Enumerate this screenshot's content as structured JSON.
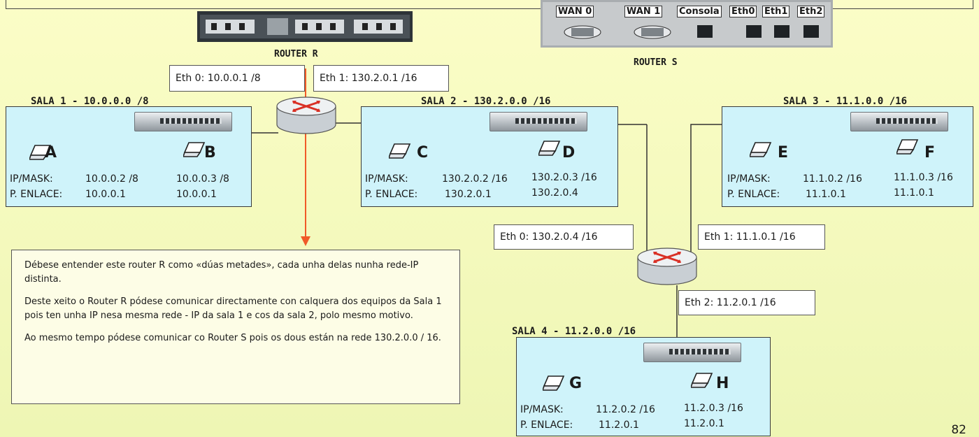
{
  "devices": {
    "router_r": {
      "title": "ROUTER R",
      "eth0": "Eth 0: 10.0.0.1 /8",
      "eth1": "Eth 1: 130.2.0.1 /16"
    },
    "router_s": {
      "title": "ROUTER S",
      "panel_labels": [
        "WAN 0",
        "WAN 1",
        "Consola",
        "Eth0",
        "Eth1",
        "Eth2"
      ],
      "eth0": "Eth 0: 130.2.0.4 /16",
      "eth1": "Eth 1: 11.1.0.1 /16",
      "eth2": "Eth 2: 11.2.0.1 /16"
    }
  },
  "rooms": {
    "sala1": {
      "title": "SALA 1 - 10.0.0.0 /8",
      "host1": "A",
      "host2": "B",
      "ip_label": "IP/MASK:",
      "gw_label": "P. ENLACE:",
      "ip1": "10.0.0.2 /8",
      "gw1": "10.0.0.1",
      "ip2": "10.0.0.3 /8",
      "gw2": "10.0.0.1"
    },
    "sala2": {
      "title": "SALA 2 - 130.2.0.0 /16",
      "host1": "C",
      "host2": "D",
      "ip_label": "IP/MASK:",
      "gw_label": "P. ENLACE:",
      "ip1": "130.2.0.2 /16",
      "gw1": "130.2.0.1",
      "ip2": "130.2.0.3 /16",
      "gw2": "130.2.0.4"
    },
    "sala3": {
      "title": "SALA 3 - 11.1.0.0 /16",
      "host1": "E",
      "host2": "F",
      "ip_label": "IP/MASK:",
      "gw_label": "P. ENLACE:",
      "ip1": "11.1.0.2 /16",
      "gw1": "11.1.0.1",
      "ip2": "11.1.0.3 /16",
      "gw2": "11.1.0.1"
    },
    "sala4": {
      "title": "SALA 4 - 11.2.0.0 /16",
      "host1": "G",
      "host2": "H",
      "ip_label": "IP/MASK:",
      "gw_label": "P. ENLACE:",
      "ip1": "11.2.0.2 /16",
      "gw1": "11.2.0.1",
      "ip2": "11.2.0.3 /16",
      "gw2": "11.2.0.1"
    }
  },
  "note": {
    "p1": "Débese entender este router R como «dúas metades», cada unha delas nunha rede-IP distinta.",
    "p2": "Deste xeito o Router R pódese comunicar directamente con calquera dos equipos da Sala 1 pois ten unha IP nesa mesma rede - IP da sala 1 e cos da sala 2, polo mesmo motivo.",
    "p3": "Ao mesmo tempo pódese comunicar co Router S pois os dous están na rede 130.2.0.0 / 16."
  },
  "page_number": "82",
  "colors": {
    "room_fill": "#cff3fa",
    "arrow": "#f05a28",
    "note_fill": "#fdfde6"
  },
  "icons": [
    "router-icon",
    "switch-icon",
    "laptop-icon",
    "rack-router-icon",
    "router-panel-icon"
  ]
}
